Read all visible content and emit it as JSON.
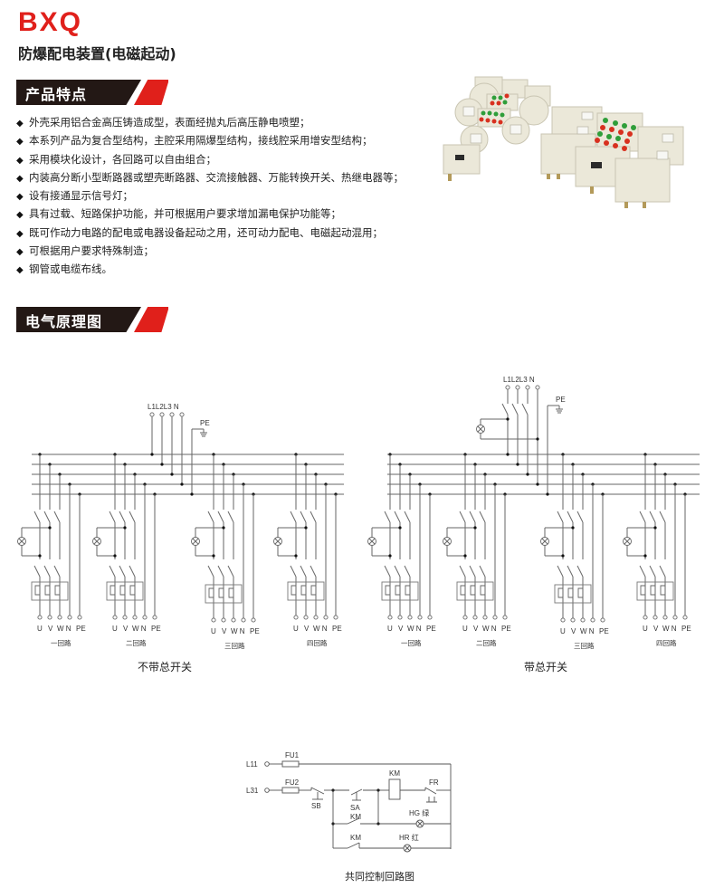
{
  "header": {
    "brand": "BXQ",
    "title": "防爆配电装置(电磁起动)"
  },
  "sections": {
    "features_title": "产品特点",
    "schematic_title": "电气原理图"
  },
  "features": [
    "外壳采用铝合金高压铸造成型，表面经抛丸后高压静电喷塑；",
    "本系列产品为复合型结构，主腔采用隔爆型结构，接线腔采用增安型结构；",
    "采用模块化设计，各回路可以自由组合；",
    "内装高分断小型断路器或塑壳断路器、交流接触器、万能转换开关、热继电器等；",
    "设有接通显示信号灯；",
    "具有过载、短路保护功能，并可根据用户要求增加漏电保护功能等；",
    "既可作动力电路的配电或电器设备起动之用，还可动力配电、电磁起动混用；",
    "可根据用户要求特殊制造；",
    "钢管或电缆布线。"
  ],
  "bullet_glyph": "◆",
  "product_photo": {
    "description": "explosion-proof distribution boxes with red and green indicator buttons",
    "colors": {
      "housing": "#e9e6d6",
      "green_button": "#2f9e3a",
      "red_button": "#d8301f"
    }
  },
  "schematics": {
    "supply_labels": [
      "L1",
      "L2",
      "L3",
      "N"
    ],
    "pe_label": "PE",
    "terminal_labels": [
      "U",
      "V",
      "W",
      "N",
      "PE"
    ],
    "circuits": [
      "一回路",
      "二回路",
      "三回路",
      "四回路"
    ],
    "left_caption": "不带总开关",
    "right_caption": "带总开关"
  },
  "control_circuit": {
    "caption": "共同控制回路图",
    "labels": {
      "l11": "L11",
      "l31": "L31",
      "fu1": "FU1",
      "fu2": "FU2",
      "sb": "SB",
      "sa": "SA",
      "km_coil": "KM",
      "km_contact_1": "KM",
      "km_contact_2": "KM",
      "fr": "FR",
      "hg": "HG 绿",
      "hr": "HR 红"
    }
  },
  "colors": {
    "brand_red": "#e0201b",
    "section_bar": "#231815",
    "line": "#555555"
  }
}
